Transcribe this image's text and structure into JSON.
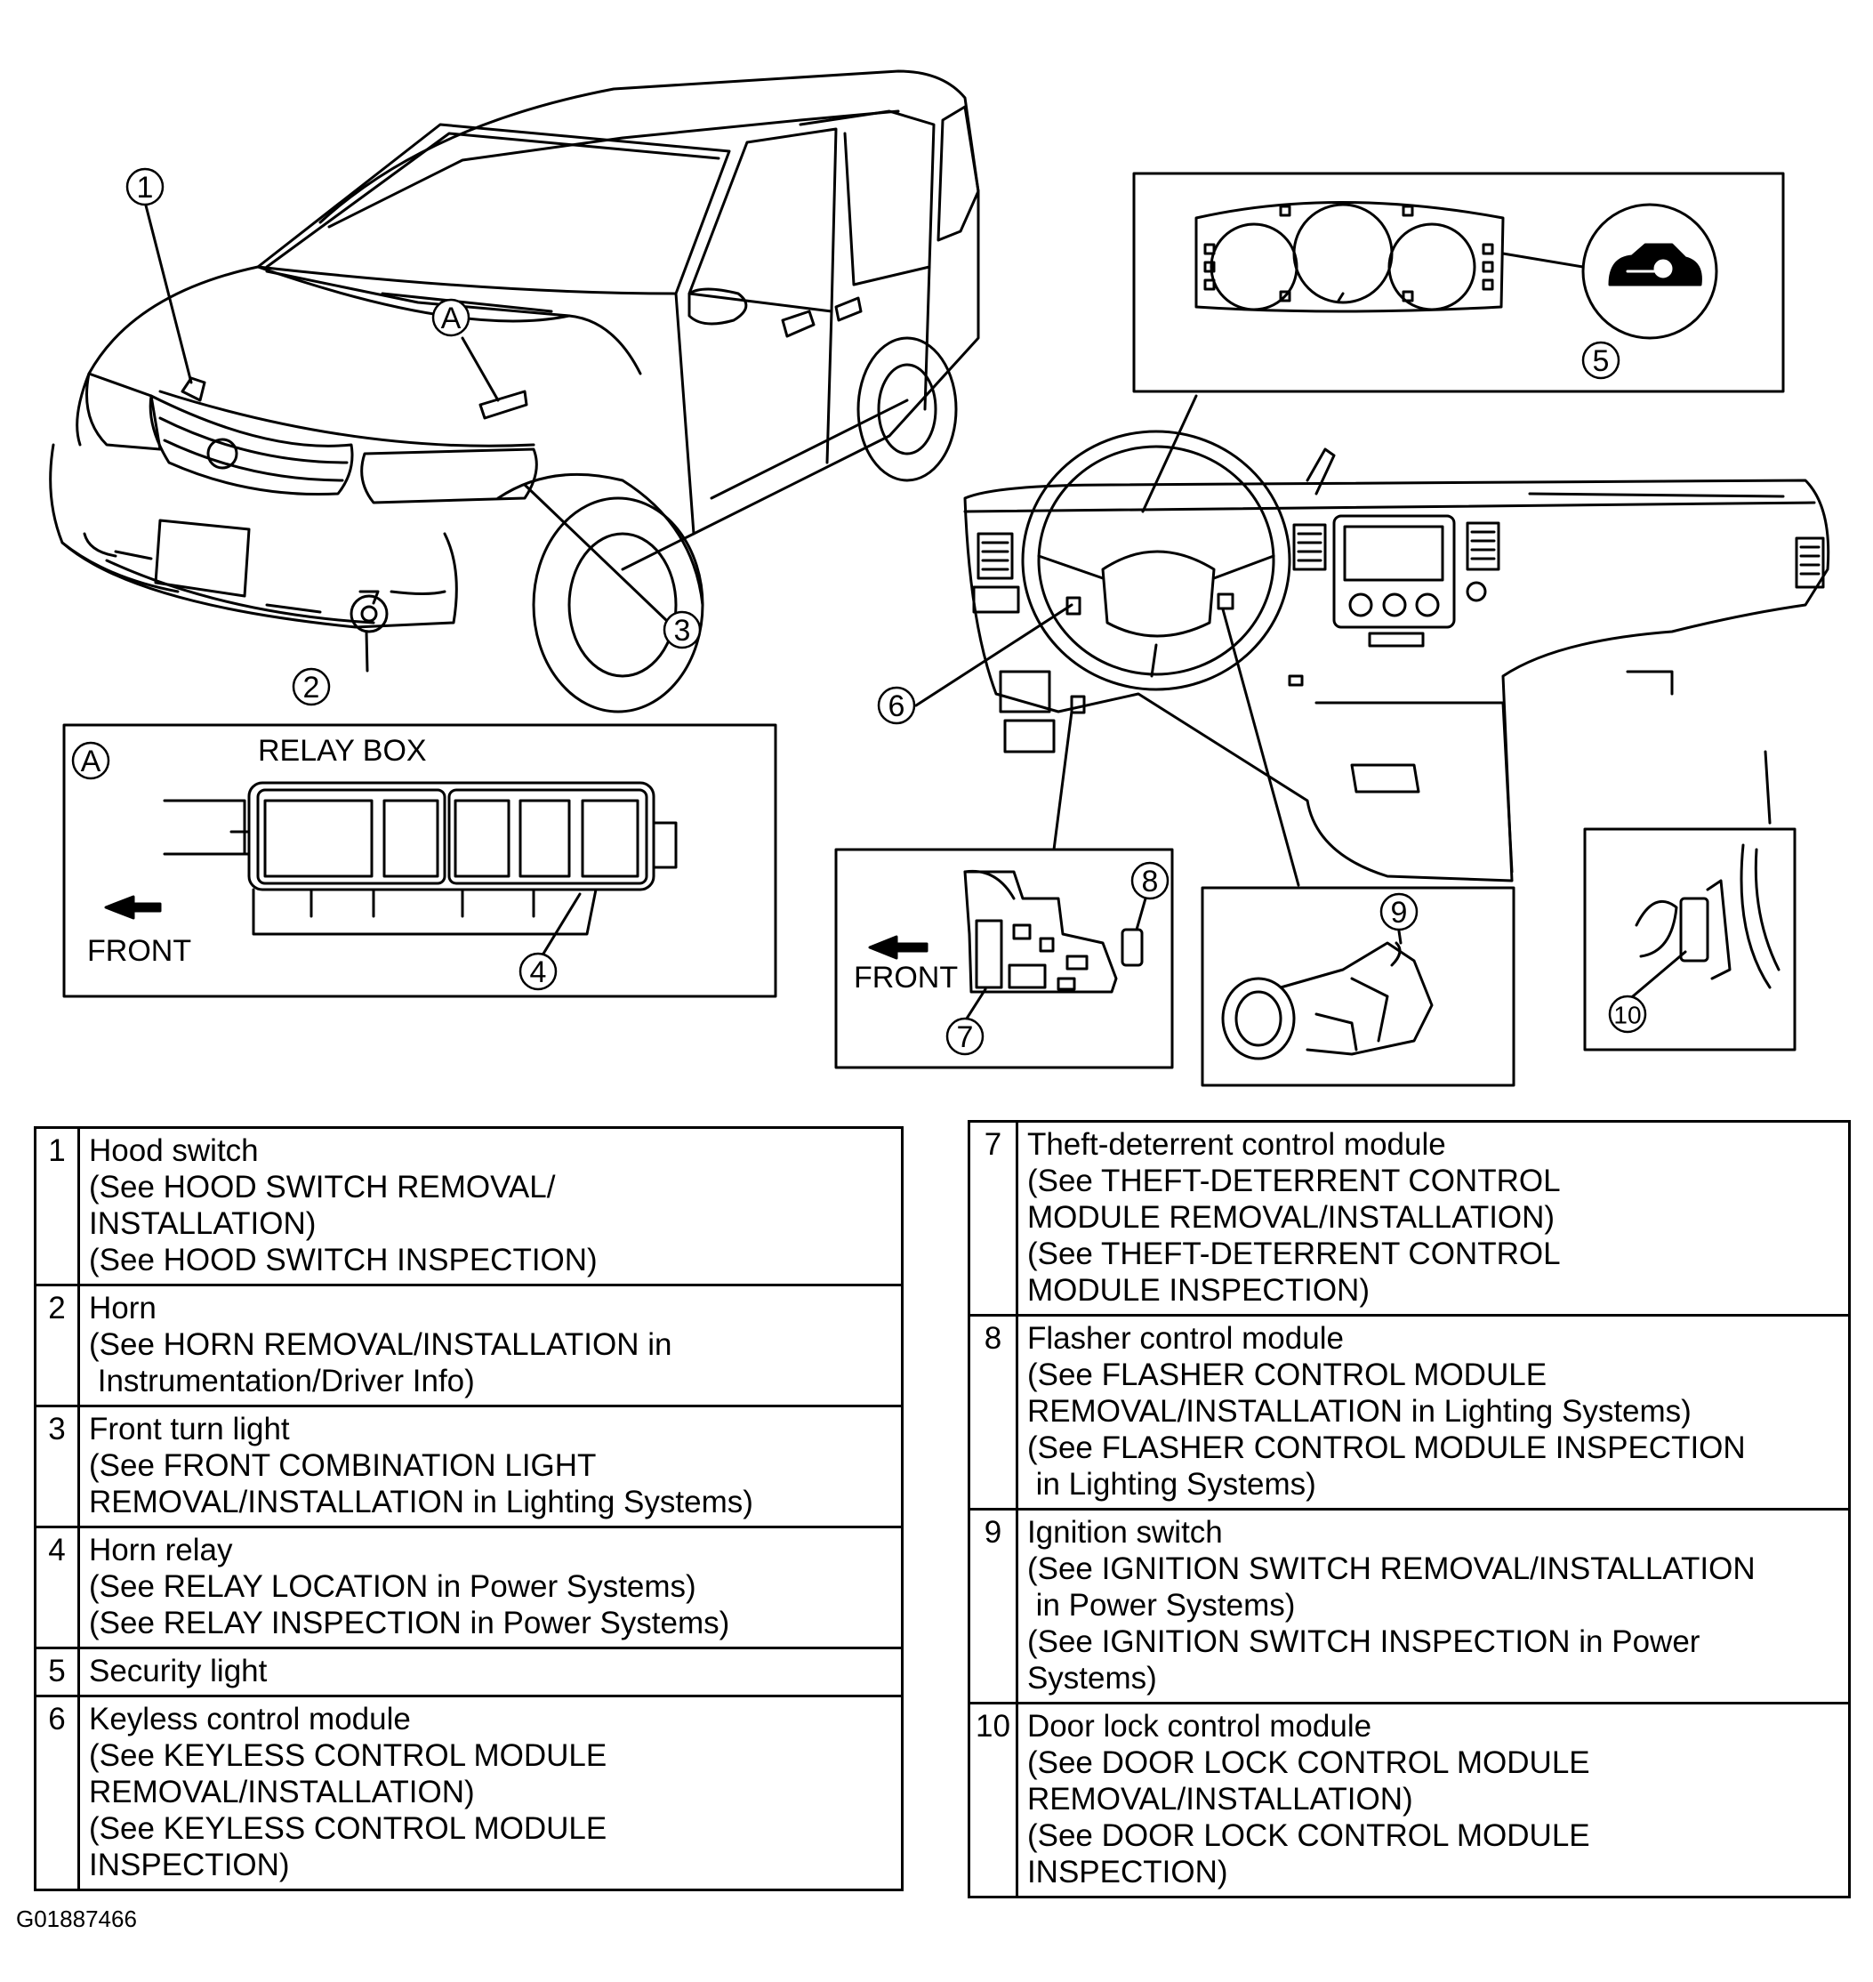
{
  "callouts": [
    "1",
    "2",
    "3",
    "4",
    "5",
    "6",
    "7",
    "8",
    "9",
    "10"
  ],
  "view_marker": "A",
  "relay_box": {
    "marker": "A",
    "title": "RELAY BOX",
    "front_label": "FRONT"
  },
  "module_inset": {
    "front_label": "FRONT"
  },
  "legend_left": [
    {
      "num": "1",
      "lines": [
        "Hood switch",
        "(See HOOD SWITCH REMOVAL/",
        "INSTALLATION)",
        "(See HOOD SWITCH INSPECTION)"
      ]
    },
    {
      "num": "2",
      "lines": [
        "Horn",
        "(See HORN REMOVAL/INSTALLATION in",
        " Instrumentation/Driver Info)"
      ]
    },
    {
      "num": "3",
      "lines": [
        "Front turn light",
        "(See FRONT COMBINATION LIGHT",
        "REMOVAL/INSTALLATION in Lighting Systems)"
      ]
    },
    {
      "num": "4",
      "lines": [
        "Horn relay",
        "(See RELAY LOCATION in Power Systems)",
        "(See RELAY INSPECTION in Power Systems)"
      ]
    },
    {
      "num": "5",
      "lines": [
        "Security light"
      ]
    },
    {
      "num": "6",
      "lines": [
        "Keyless control module",
        "(See KEYLESS CONTROL MODULE",
        "REMOVAL/INSTALLATION)",
        "(See KEYLESS CONTROL MODULE",
        "INSPECTION)"
      ]
    }
  ],
  "legend_right": [
    {
      "num": "7",
      "lines": [
        "Theft-deterrent control module",
        "(See THEFT-DETERRENT CONTROL",
        "MODULE REMOVAL/INSTALLATION)",
        "(See THEFT-DETERRENT CONTROL",
        "MODULE INSPECTION)"
      ]
    },
    {
      "num": "8",
      "lines": [
        "Flasher control module",
        "(See FLASHER CONTROL MODULE",
        "REMOVAL/INSTALLATION in Lighting Systems)",
        "(See FLASHER CONTROL MODULE INSPECTION",
        " in Lighting Systems)"
      ]
    },
    {
      "num": "9",
      "lines": [
        "Ignition switch",
        "(See IGNITION SWITCH REMOVAL/INSTALLATION",
        " in Power Systems)",
        "(See IGNITION SWITCH INSPECTION in Power",
        "Systems)"
      ]
    },
    {
      "num": "10",
      "lines": [
        "Door lock control module",
        "(See DOOR LOCK CONTROL MODULE",
        "REMOVAL/INSTALLATION)",
        "(See DOOR LOCK CONTROL MODULE",
        "INSPECTION)"
      ]
    }
  ],
  "figure_id": "G01887466"
}
